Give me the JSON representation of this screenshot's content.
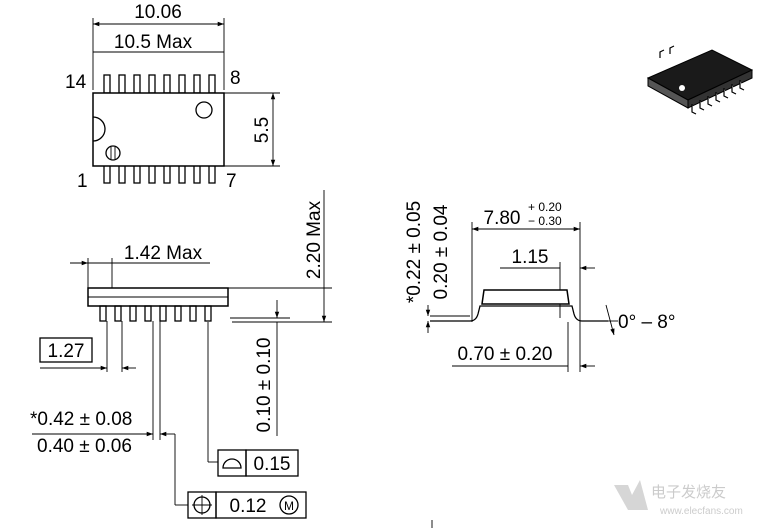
{
  "top_view": {
    "dim_overall": "10.06",
    "dim_body_max": "10.5 Max",
    "dim_width": "5.5",
    "pin_top_left": "14",
    "pin_top_right": "8",
    "pin_bottom_left": "1",
    "pin_bottom_right": "7"
  },
  "side_view": {
    "dim_height_max": "2.20 Max",
    "dim_standoff_max": "1.42 Max",
    "dim_pitch": "1.27",
    "dim_standoff": "0.10 ± 0.10",
    "dim_lead_width_a": "*0.42 ± 0.08",
    "dim_lead_width_b": "0.40 ± 0.06",
    "flatness_tolerance": "0.15",
    "position_tolerance": "0.12",
    "position_modifier": "M"
  },
  "end_view": {
    "dim_lead_thickness_a": "*0.22 ± 0.05",
    "dim_lead_thickness_b": "0.20 ± 0.04",
    "dim_span": "7.80",
    "dim_span_plus": "+ 0.20",
    "dim_span_minus": "− 0.30",
    "dim_foot_length": "1.15",
    "dim_lead_length": "0.70 ± 0.20",
    "dim_angle": "0° – 8°"
  },
  "watermark": "电子发烧友",
  "watermark_url": "www.elecfans.com"
}
